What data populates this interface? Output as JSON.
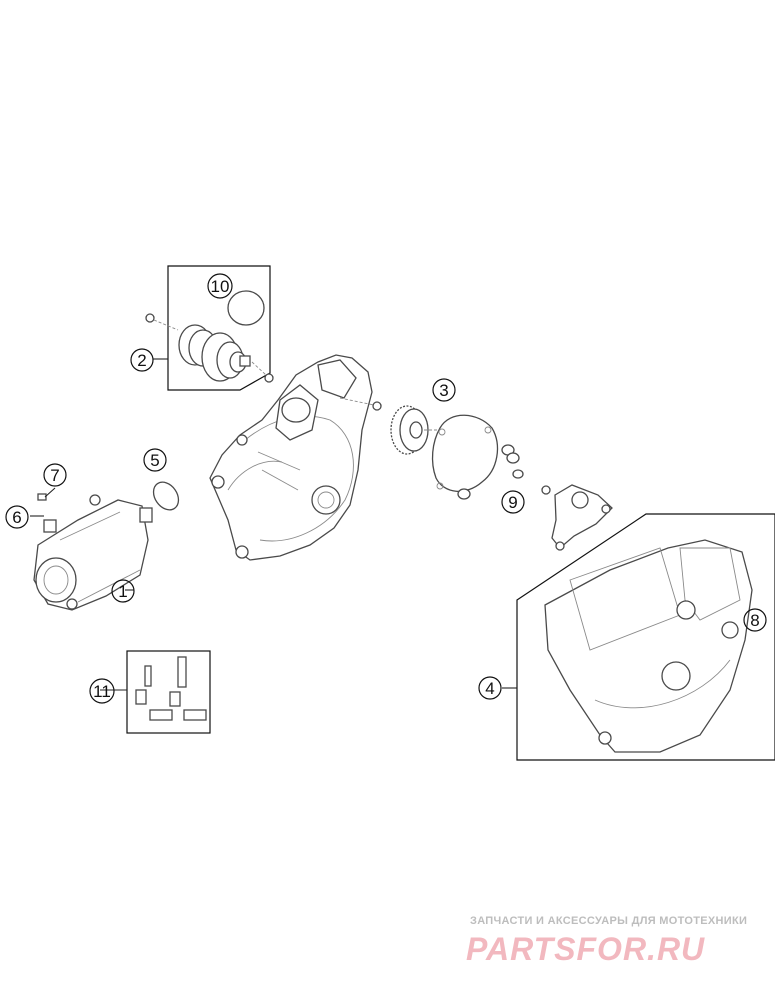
{
  "callouts": {
    "c1": "1",
    "c2": "2",
    "c3": "3",
    "c4": "4",
    "c5": "5",
    "c6": "6",
    "c7": "7",
    "c8": "8",
    "c9": "9",
    "c10": "10",
    "c11": "11"
  },
  "watermark": {
    "tagline": "ЗАПЧАСТИ И АКСЕССУАРЫ ДЛЯ МОТОТЕХНИКИ",
    "logo": "PARTSFOR.RU"
  },
  "colors": {
    "line": "#222222",
    "part_stroke": "#4a4a4a",
    "watermark_logo": "#f2b8bf",
    "watermark_text": "#bdbdbd"
  }
}
